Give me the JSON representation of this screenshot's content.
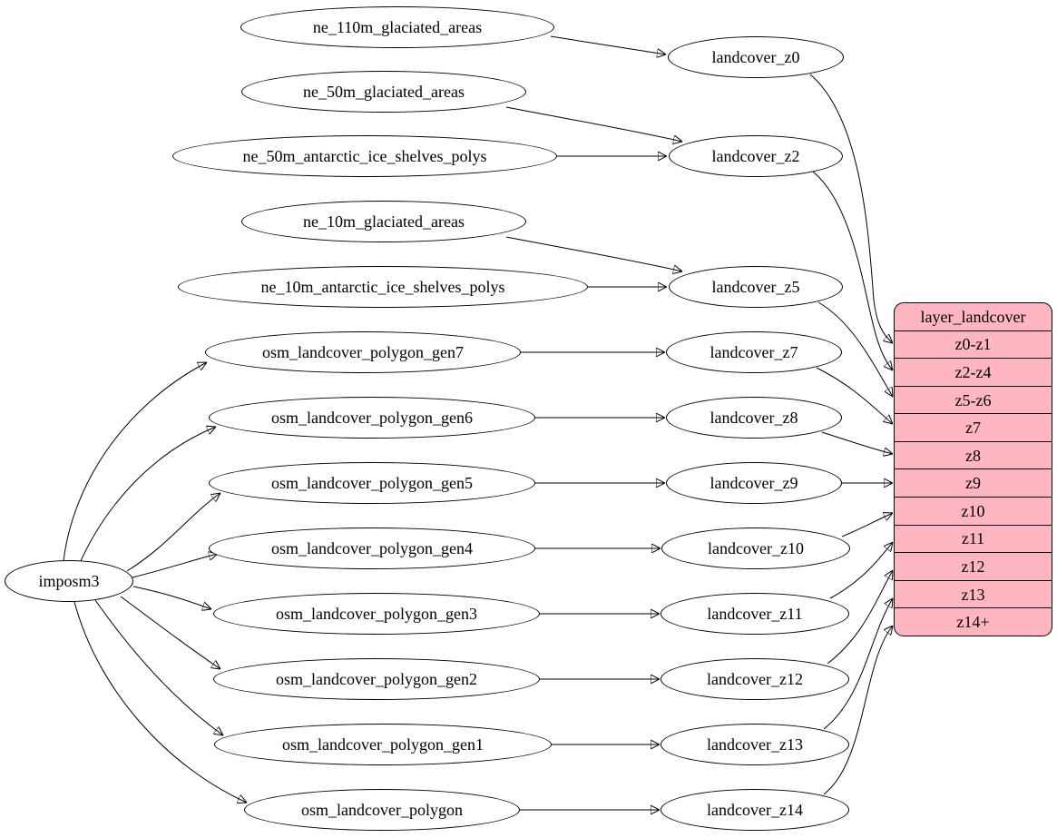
{
  "diagram": {
    "colors": {
      "record_fill": "#ffb6c1",
      "node_fill": "#ffffff",
      "edge": "#000000"
    },
    "nodes": {
      "imposm3": "imposm3",
      "ne_110m_glaciated_areas": "ne_110m_glaciated_areas",
      "ne_50m_glaciated_areas": "ne_50m_glaciated_areas",
      "ne_50m_antarctic_ice_shelves_polys": "ne_50m_antarctic_ice_shelves_polys",
      "ne_10m_glaciated_areas": "ne_10m_glaciated_areas",
      "ne_10m_antarctic_ice_shelves_polys": "ne_10m_antarctic_ice_shelves_polys",
      "osm_landcover_polygon_gen7": "osm_landcover_polygon_gen7",
      "osm_landcover_polygon_gen6": "osm_landcover_polygon_gen6",
      "osm_landcover_polygon_gen5": "osm_landcover_polygon_gen5",
      "osm_landcover_polygon_gen4": "osm_landcover_polygon_gen4",
      "osm_landcover_polygon_gen3": "osm_landcover_polygon_gen3",
      "osm_landcover_polygon_gen2": "osm_landcover_polygon_gen2",
      "osm_landcover_polygon_gen1": "osm_landcover_polygon_gen1",
      "osm_landcover_polygon": "osm_landcover_polygon",
      "landcover_z0": "landcover_z0",
      "landcover_z2": "landcover_z2",
      "landcover_z5": "landcover_z5",
      "landcover_z7": "landcover_z7",
      "landcover_z8": "landcover_z8",
      "landcover_z9": "landcover_z9",
      "landcover_z10": "landcover_z10",
      "landcover_z11": "landcover_z11",
      "landcover_z12": "landcover_z12",
      "landcover_z13": "landcover_z13",
      "landcover_z14": "landcover_z14"
    },
    "record": {
      "title": "layer_landcover",
      "rows": [
        "z0-z1",
        "z2-z4",
        "z5-z6",
        "z7",
        "z8",
        "z9",
        "z10",
        "z11",
        "z12",
        "z13",
        "z14+"
      ]
    },
    "edges": [
      [
        "ne_110m_glaciated_areas",
        "landcover_z0"
      ],
      [
        "ne_50m_glaciated_areas",
        "landcover_z2"
      ],
      [
        "ne_50m_antarctic_ice_shelves_polys",
        "landcover_z2"
      ],
      [
        "ne_10m_glaciated_areas",
        "landcover_z5"
      ],
      [
        "ne_10m_antarctic_ice_shelves_polys",
        "landcover_z5"
      ],
      [
        "imposm3",
        "osm_landcover_polygon_gen7"
      ],
      [
        "imposm3",
        "osm_landcover_polygon_gen6"
      ],
      [
        "imposm3",
        "osm_landcover_polygon_gen5"
      ],
      [
        "imposm3",
        "osm_landcover_polygon_gen4"
      ],
      [
        "imposm3",
        "osm_landcover_polygon_gen3"
      ],
      [
        "imposm3",
        "osm_landcover_polygon_gen2"
      ],
      [
        "imposm3",
        "osm_landcover_polygon_gen1"
      ],
      [
        "imposm3",
        "osm_landcover_polygon"
      ],
      [
        "osm_landcover_polygon_gen7",
        "landcover_z7"
      ],
      [
        "osm_landcover_polygon_gen6",
        "landcover_z8"
      ],
      [
        "osm_landcover_polygon_gen5",
        "landcover_z9"
      ],
      [
        "osm_landcover_polygon_gen4",
        "landcover_z10"
      ],
      [
        "osm_landcover_polygon_gen3",
        "landcover_z11"
      ],
      [
        "osm_landcover_polygon_gen2",
        "landcover_z12"
      ],
      [
        "osm_landcover_polygon_gen1",
        "landcover_z13"
      ],
      [
        "osm_landcover_polygon",
        "landcover_z14"
      ],
      [
        "landcover_z0",
        "layer_landcover:z0-z1"
      ],
      [
        "landcover_z2",
        "layer_landcover:z2-z4"
      ],
      [
        "landcover_z5",
        "layer_landcover:z5-z6"
      ],
      [
        "landcover_z7",
        "layer_landcover:z7"
      ],
      [
        "landcover_z8",
        "layer_landcover:z8"
      ],
      [
        "landcover_z9",
        "layer_landcover:z9"
      ],
      [
        "landcover_z10",
        "layer_landcover:z10"
      ],
      [
        "landcover_z11",
        "layer_landcover:z11"
      ],
      [
        "landcover_z12",
        "layer_landcover:z12"
      ],
      [
        "landcover_z13",
        "layer_landcover:z13"
      ],
      [
        "landcover_z14",
        "layer_landcover:z14+"
      ]
    ]
  }
}
